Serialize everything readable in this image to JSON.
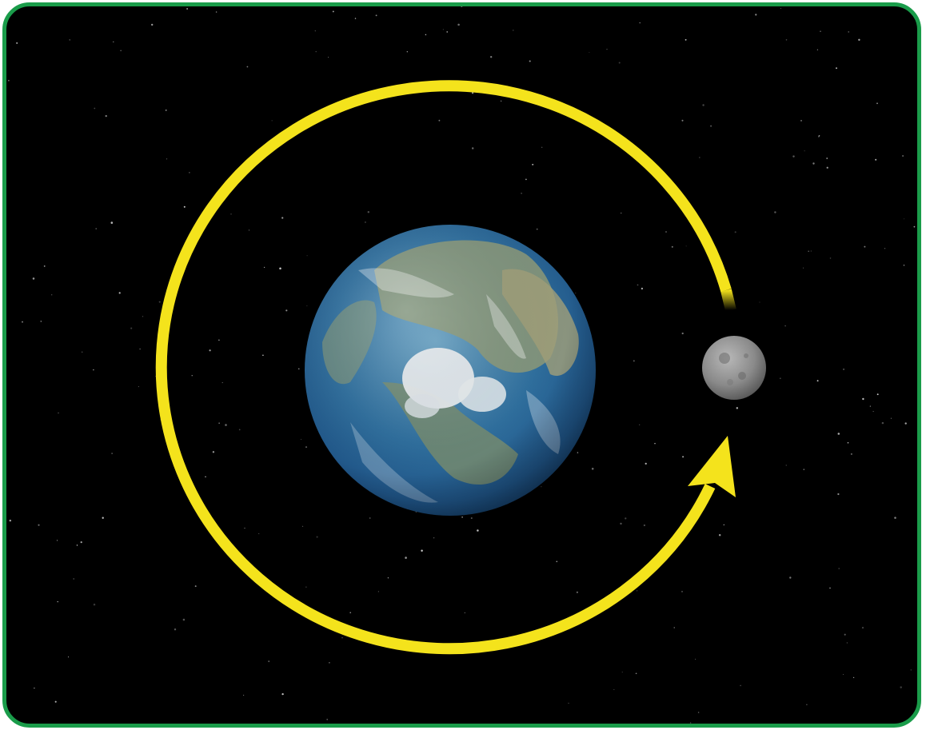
{
  "diagram": {
    "subject": "moon-orbit",
    "colors": {
      "frame_border": "#1a9c4a",
      "space": "#000000",
      "orbit_arrow": "#f4e31c",
      "ocean": "#2f6f9e",
      "ice": "#e8ecef",
      "land": "#8e9a78",
      "moon": "#8f8f8f"
    },
    "elements": [
      "earth",
      "moon",
      "orbit-arrow",
      "starfield"
    ]
  }
}
